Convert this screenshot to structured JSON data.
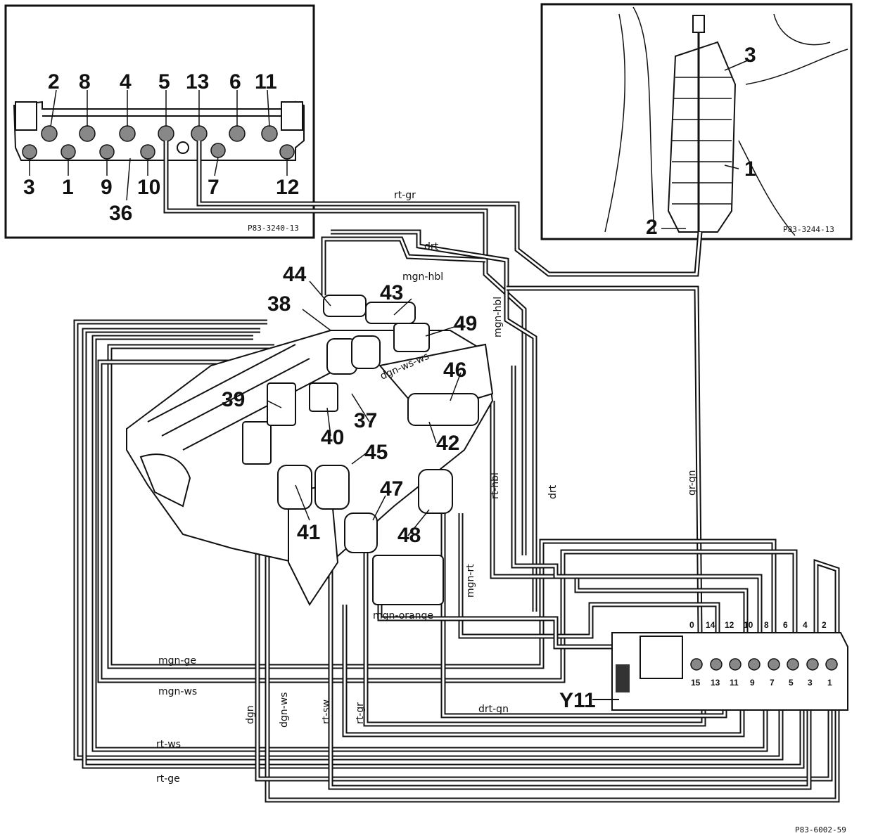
{
  "inset_left": {
    "callouts_top": [
      "2",
      "8",
      "4",
      "5",
      "13",
      "6",
      "11"
    ],
    "callouts_bottom": [
      "3",
      "1",
      "9",
      "10",
      "7",
      "12"
    ],
    "callout_extra": "36",
    "ref": "P83-3240-13"
  },
  "inset_right": {
    "callouts": [
      "3",
      "1",
      "2"
    ],
    "ref": "P83-3244-13"
  },
  "main": {
    "callouts": [
      "44",
      "43",
      "38",
      "49",
      "46",
      "39",
      "37",
      "40",
      "45",
      "42",
      "47",
      "41",
      "48"
    ],
    "valve_label": "Y11",
    "ref": "P83-6002-59"
  },
  "wires": {
    "rt_gr_top": "rt-gr",
    "drt_top": "drt",
    "mgn_hbl": "mgn-hbl",
    "mgn_hbl_vert": "mgn-hbl",
    "dgn_ws_ws": "dgn-ws-ws",
    "rt_hbl": "rt-hbl",
    "drt_vert": "drt",
    "gr_gn": "gr-gn",
    "mgn_rt": "mgn-rt",
    "mgn_orange": "mgn-orange",
    "mgn_ge": "mgn-ge",
    "mgn_ws": "mgn-ws",
    "dgn": "dgn",
    "dgn_ws": "dgn-ws",
    "rt_sw": "rt-sw",
    "rt_gr": "rt-gr",
    "drt_gn": "drt-gn",
    "rt_ws": "rt-ws",
    "rt_ge": "rt-ge"
  },
  "terminals": {
    "top": [
      "0",
      "14",
      "12",
      "10",
      "8",
      "6",
      "4",
      "2"
    ],
    "bottom": [
      "15",
      "13",
      "11",
      "9",
      "7",
      "5",
      "3",
      "1"
    ]
  }
}
